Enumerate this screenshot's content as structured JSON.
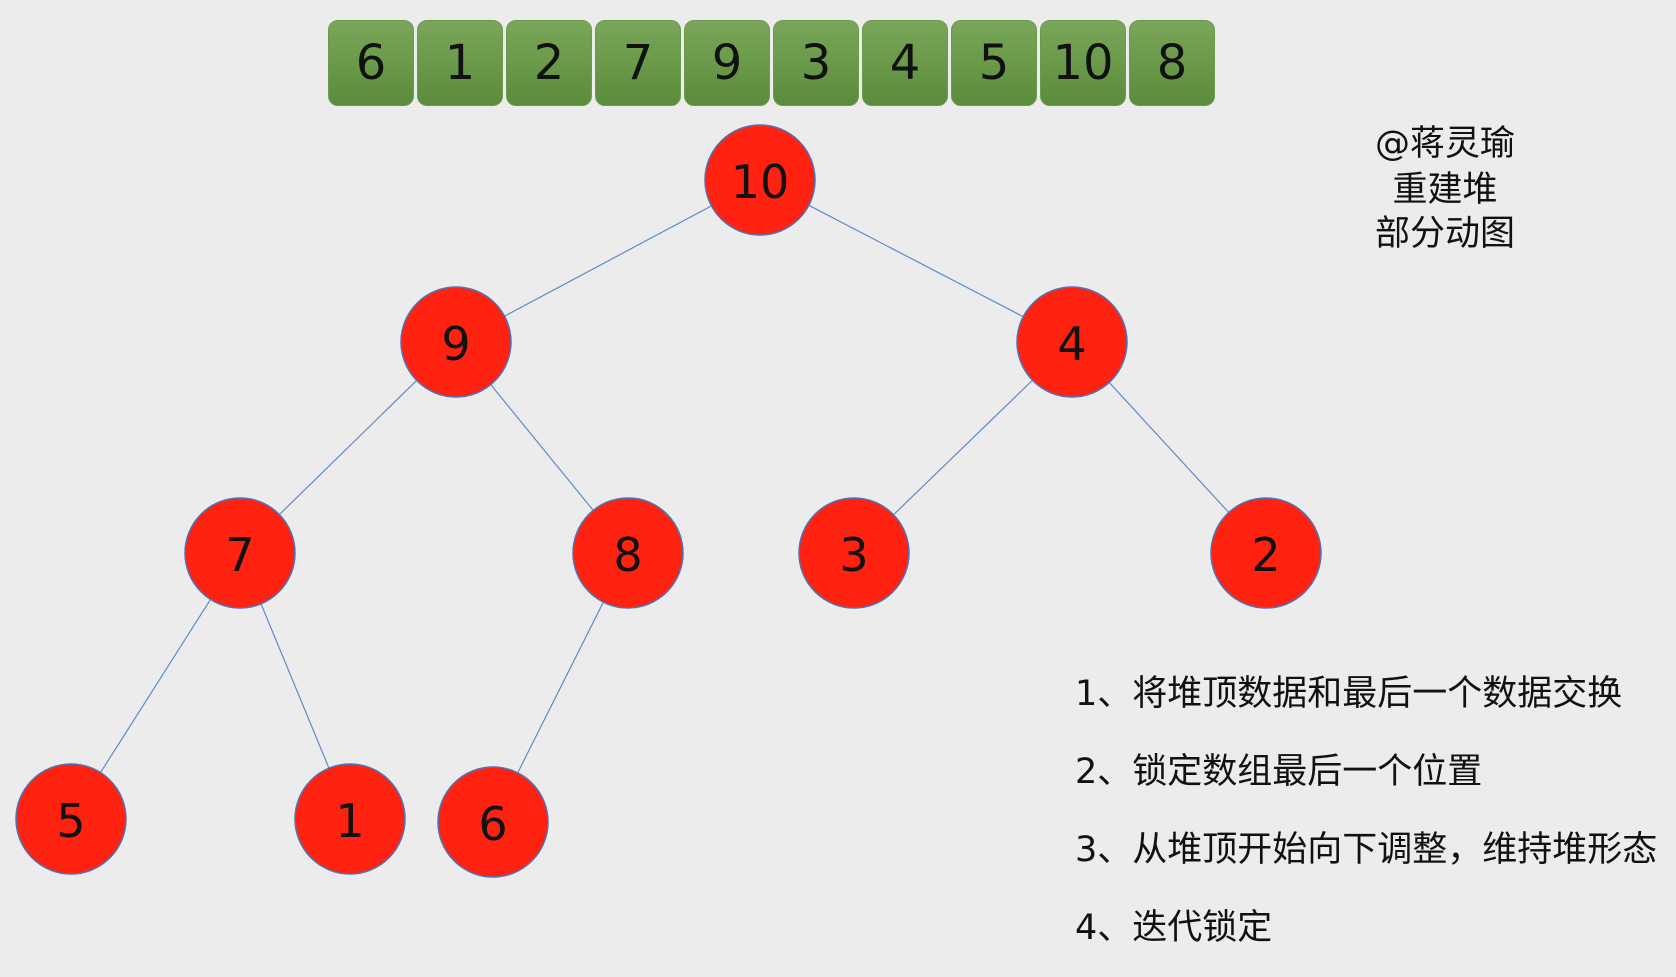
{
  "array": [
    "6",
    "1",
    "2",
    "7",
    "9",
    "3",
    "4",
    "5",
    "10",
    "8"
  ],
  "tree": {
    "nodes": [
      {
        "id": "n0",
        "label": "10"
      },
      {
        "id": "n1",
        "label": "9"
      },
      {
        "id": "n2",
        "label": "4"
      },
      {
        "id": "n3",
        "label": "7"
      },
      {
        "id": "n4",
        "label": "8"
      },
      {
        "id": "n5",
        "label": "3"
      },
      {
        "id": "n6",
        "label": "2"
      },
      {
        "id": "n7",
        "label": "5"
      },
      {
        "id": "n8",
        "label": "1"
      },
      {
        "id": "n9",
        "label": "6"
      }
    ],
    "edges": [
      [
        "n0",
        "n1"
      ],
      [
        "n0",
        "n2"
      ],
      [
        "n1",
        "n3"
      ],
      [
        "n1",
        "n4"
      ],
      [
        "n2",
        "n5"
      ],
      [
        "n2",
        "n6"
      ],
      [
        "n3",
        "n7"
      ],
      [
        "n3",
        "n8"
      ],
      [
        "n4",
        "n9"
      ]
    ]
  },
  "notes": {
    "author": "@蒋灵瑜",
    "title_line1": "重建堆",
    "title_line2": "部分动图"
  },
  "steps": [
    "1、将堆顶数据和最后一个数据交换",
    "2、锁定数组最后一个位置",
    "3、从堆顶开始向下调整，维持堆形态",
    "4、迭代锁定"
  ],
  "colors": {
    "node_fill": "#ff2210",
    "node_stroke": "#4f73b8",
    "edge": "#5b8ccb",
    "cell": "#6b9b4b",
    "background": "#ececec"
  }
}
